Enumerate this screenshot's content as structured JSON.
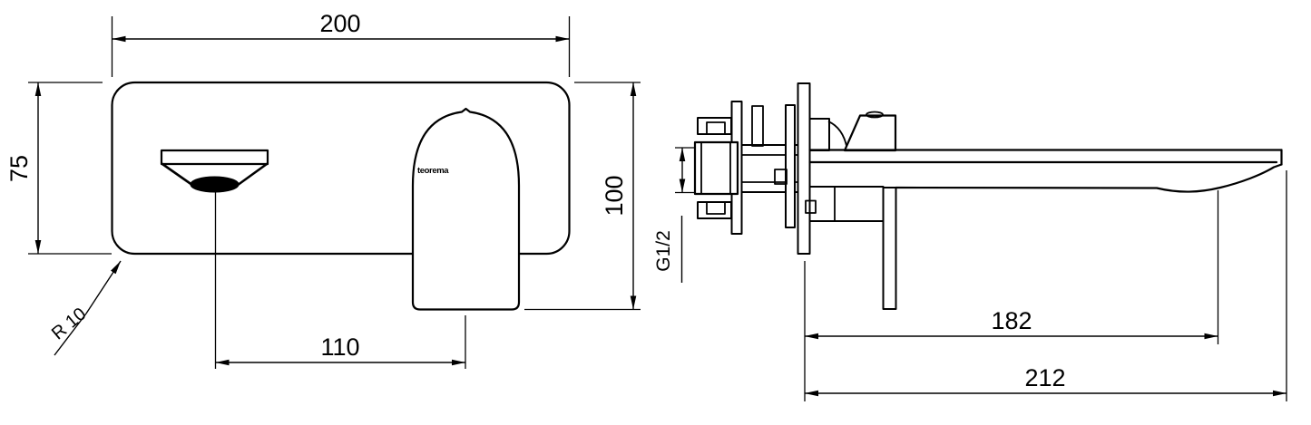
{
  "front_view": {
    "dim_plate_width": "200",
    "dim_plate_height": "75",
    "dim_total_height": "100",
    "dim_spout_to_handle": "110",
    "dim_corner_radius": "R 10",
    "logo": "teorema"
  },
  "side_view": {
    "dim_thread": "G1/2",
    "dim_spout_reach": "182",
    "dim_total_depth": "212"
  },
  "colors": {
    "line": "#000000",
    "background": "#ffffff"
  }
}
